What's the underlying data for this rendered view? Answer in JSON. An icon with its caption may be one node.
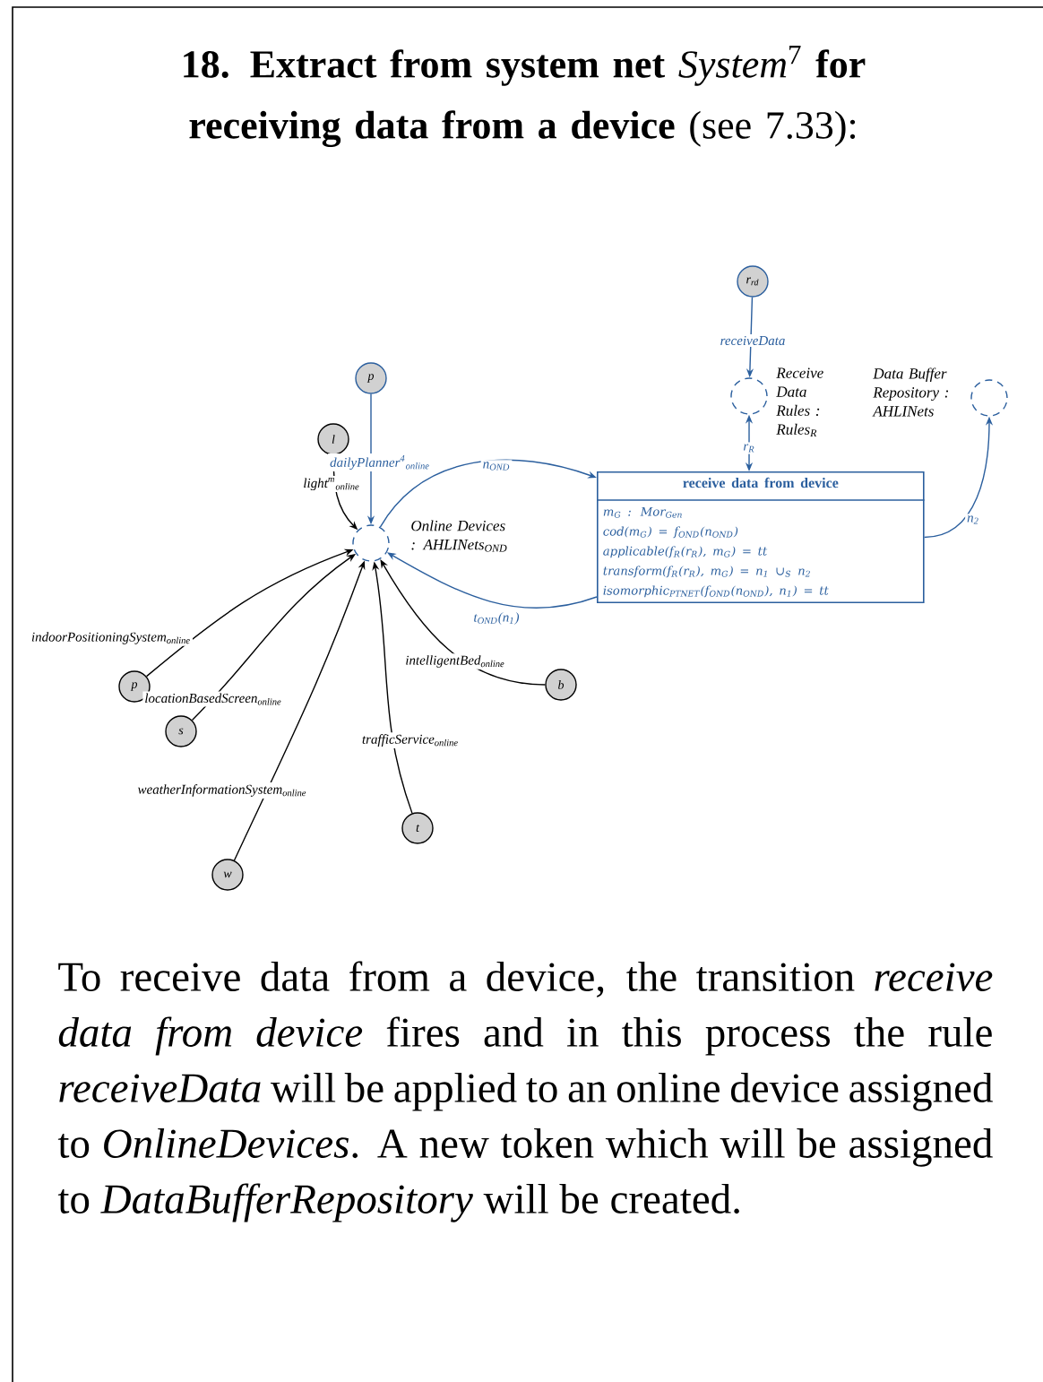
{
  "diagram": {
    "title": "**18. Extract from system net** *System*$^{7}$ **for receiving data from a device** (see 7.33):",
    "nodes": [
      {
        "text": [
          "r$_{rd}$"
        ]
      },
      {
        "text": [
          "Receive Data Rules : Rules$_{R}$"
        ]
      },
      {
        "text": [
          "Data Buffer Repository : AHLINets"
        ]
      },
      {
        "text": [
          "p"
        ]
      },
      {
        "text": [
          "l"
        ]
      },
      {
        "text": [
          "Online Devices : AHLINets$_{OND}$"
        ]
      },
      {
        "text": [
          "receive data from device",
          "m$_{G}$ : Mor$_{Gen}$",
          "cod(m$_{G}$) = f$_{OND}$(n$_{OND}$)",
          "applicable(f$_{R}$(r$_{R}$), m$_{G}$) = tt",
          "transform(f$_{R}$(r$_{R}$), m$_{G}$) = n$_{1}$ ∪$_{S}$ n$_{2}$",
          "isomorphic$_{PTNET}$(f$_{OND}$(n$_{OND}$), n$_{1}$) = tt"
        ]
      },
      {
        "text": [
          "p"
        ]
      },
      {
        "text": [
          "s"
        ]
      },
      {
        "text": [
          "b"
        ]
      },
      {
        "text": [
          "t"
        ]
      },
      {
        "text": [
          "w"
        ]
      }
    ],
    "edges": [
      {
        "from": 0,
        "to": 1,
        "arrow": "to",
        "label": "receiveData",
        "color": "#2b5f9e"
      },
      {
        "from": 3,
        "to": 5,
        "arrow": "to",
        "label": "dailyPlanner$^{4}$$_{online}$",
        "color": "#2b5f9e"
      },
      {
        "from": 4,
        "to": 5,
        "arrow": "to",
        "label": "light$^{m}$$_{online}$",
        "color": "#000000"
      },
      {
        "from": 7,
        "to": 5,
        "arrow": "to",
        "label": "indoorPositioningSystem$_{online}$",
        "color": "#000000"
      },
      {
        "from": 8,
        "to": 5,
        "arrow": "to",
        "label": "locationBasedScreen$_{online}$",
        "color": "#000000"
      },
      {
        "from": 11,
        "to": 5,
        "arrow": "to",
        "label": "weatherInformationSystem$_{online}$",
        "color": "#000000"
      },
      {
        "from": 10,
        "to": 5,
        "arrow": "to",
        "label": "trafficService$_{online}$",
        "color": "#000000"
      },
      {
        "from": 9,
        "to": 5,
        "arrow": "to",
        "label": "intelligentBed$_{online}$",
        "color": "#000000"
      },
      {
        "from": 5,
        "to": 6,
        "arrow": "to",
        "label": "n$_{OND}$",
        "color": "#2b5f9e"
      },
      {
        "from": 6,
        "to": 5,
        "arrow": "to",
        "label": "t$_{OND}$(n$_{1}$)",
        "color": "#2b5f9e"
      },
      {
        "from": 1,
        "to": 6,
        "arrow": "both",
        "label": "r$_{R}$",
        "color": "#2b5f9e"
      },
      {
        "from": 6,
        "to": 2,
        "arrow": "to",
        "label": "n$_{2}$",
        "color": "#2b5f9e"
      }
    ],
    "caption": "To receive data from a device, the transition *receive data from device* fires and in this process the rule *receiveData* will be applied to an online device assigned to *OnlineDevices*. A new token which will be assigned to *DataBufferRepository* will be created."
  }
}
